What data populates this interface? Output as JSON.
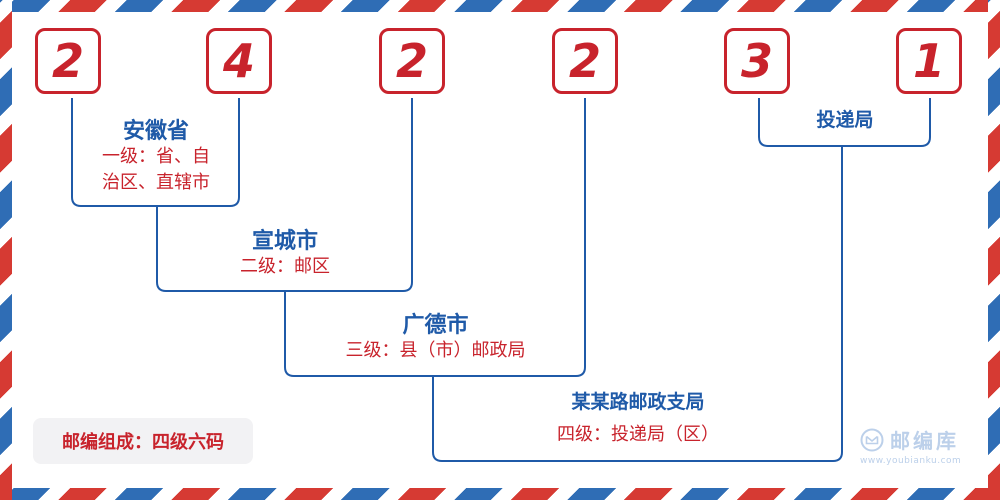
{
  "postcode_digits": [
    "2",
    "4",
    "2",
    "2",
    "3",
    "1"
  ],
  "levels": {
    "province": {
      "name": "安徽省",
      "desc_line1": "一级：省、自",
      "desc_line2": "治区、直辖市"
    },
    "city": {
      "name": "宣城市",
      "desc": "二级：邮区"
    },
    "county": {
      "name": "广德市",
      "desc": "三级：县（市）邮政局"
    },
    "branch": {
      "name": "某某路邮政支局",
      "desc": "四级：投递局（区）"
    },
    "delivery": {
      "name": "投递局"
    }
  },
  "composition_label": "邮编组成：四级六码",
  "brand": {
    "name": "邮编库",
    "url": "www.youbianku.com",
    "icon": "envelope-icon"
  },
  "colors": {
    "red": "#c8232c",
    "blue": "#1f5aa8",
    "stripe_red": "#d63a33",
    "stripe_blue": "#2f6db5"
  }
}
